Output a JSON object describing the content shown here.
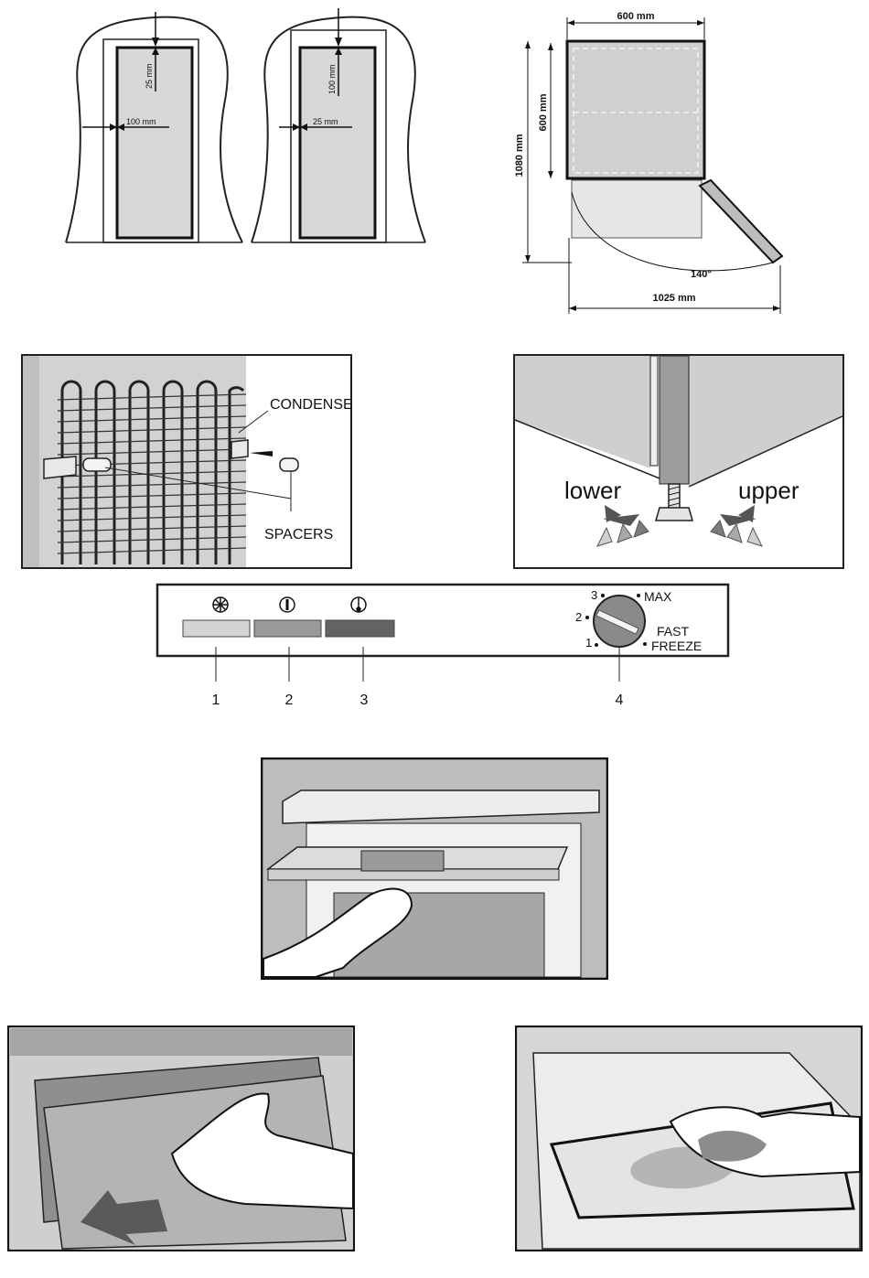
{
  "clearance_figure": {
    "left_top_gap": "25 mm",
    "left_side_gap": "100 mm",
    "right_top_gap": "100 mm",
    "right_side_gap": "25 mm"
  },
  "dimensions_figure": {
    "width": "600 mm",
    "depth": "600 mm",
    "height_open": "1080 mm",
    "angle": "140°",
    "depth_open": "1025 mm"
  },
  "condenser_figure": {
    "condenser_label": "CONDENSER",
    "spacers_label": "SPACERS"
  },
  "feet_figure": {
    "lower_label": "lower",
    "upper_label": "upper"
  },
  "control_panel": {
    "lights": [
      {
        "number": "1",
        "color": "#d4d4d4",
        "icon": "snowflake-icon"
      },
      {
        "number": "2",
        "color": "#9a9a9a",
        "icon": "power-icon"
      },
      {
        "number": "3",
        "color": "#636363",
        "icon": "thermometer-icon"
      }
    ],
    "dial": {
      "number": "4",
      "pos_1": "1",
      "pos_2": "2",
      "pos_3": "3",
      "max": "MAX",
      "fast": "FAST",
      "freeze": "FREEZE"
    }
  }
}
